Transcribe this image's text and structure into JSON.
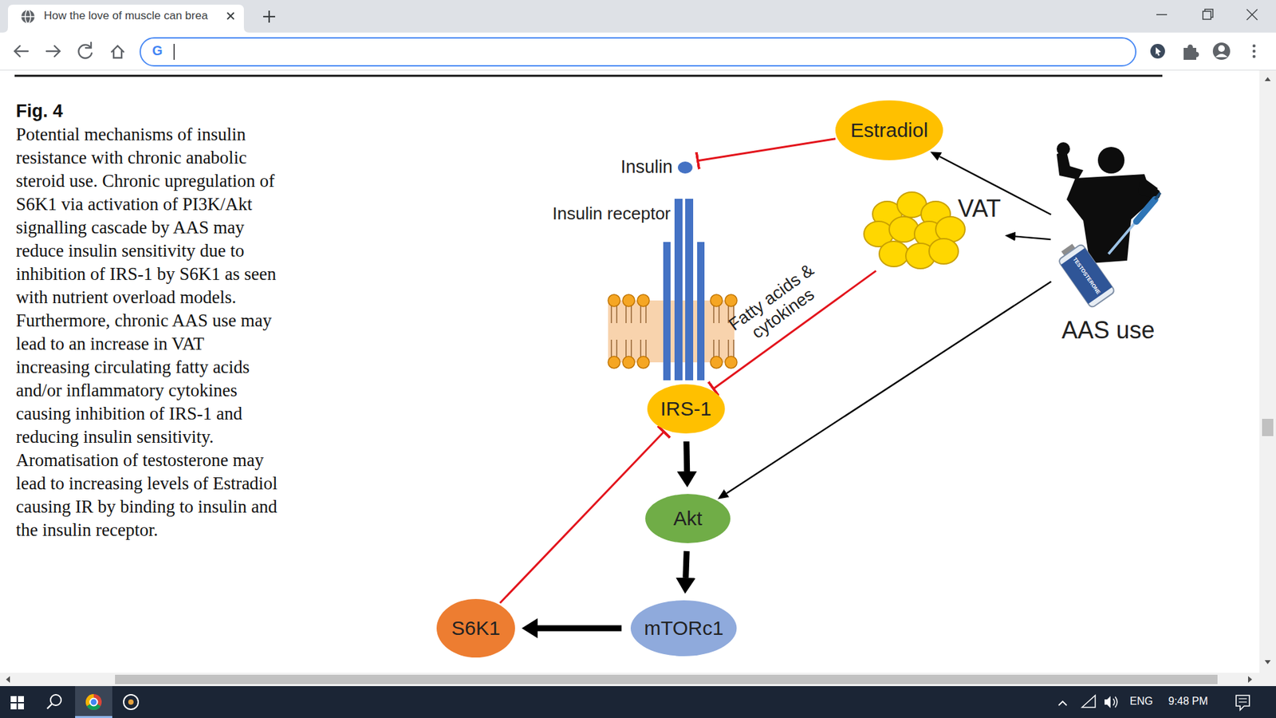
{
  "diagram": {
    "caption": "Potential mechanisms of insulin resistance with chronic anabolic steroid use. Chronic upregulation of S6K1 via activation of PI3K/Akt signalling cascade by AAS may reduce insulin sensitivity due to inhibition of IRS-1 by S6K1 as seen with nutrient overload models. Furthermore, chronic AAS use may lead to an increase in VAT increasing circulating fatty acids and/or inflammatory cytokines causing inhibition of IRS-1 and reducing insulin sensitivity. Aromatisation of testosterone may lead to increasing levels of Estradiol causing IR by binding to insulin and the insulin receptor.",
    "nodes": [
      {
        "text": [
          "Estradiol"
        ]
      },
      {
        "text": [
          "Insulin"
        ]
      },
      {
        "text": [
          "VAT"
        ]
      },
      {
        "text": [
          "AAS use"
        ]
      },
      {
        "text": [
          "IRS-1"
        ]
      },
      {
        "text": [
          "Akt"
        ]
      },
      {
        "text": [
          "S6K1"
        ]
      },
      {
        "text": [
          "mTORc1"
        ]
      }
    ],
    "edges": [
      {
        "from": 3,
        "to": 0,
        "arrow": "to"
      },
      {
        "from": 0,
        "to": 1,
        "arrow": "to"
      },
      {
        "from": 3,
        "to": 2,
        "arrow": "to"
      },
      {
        "from": 2,
        "to": 4,
        "label": "Fatty acids & cytokines",
        "arrow": "to"
      },
      {
        "from": 3,
        "to": 5,
        "arrow": "to"
      },
      {
        "from": 4,
        "to": 5,
        "arrow": "to"
      },
      {
        "from": 5,
        "to": 7,
        "arrow": "to"
      },
      {
        "from": 7,
        "to": 6,
        "arrow": "to"
      },
      {
        "from": 6,
        "to": 4,
        "arrow": "to"
      }
    ],
    "labels": [
      "How the love of muscle can brea",
      "G",
      "Fig. 4",
      "Insulin receptor",
      "TESTOSTERONE",
      "ENG",
      "9:48 PM"
    ]
  }
}
